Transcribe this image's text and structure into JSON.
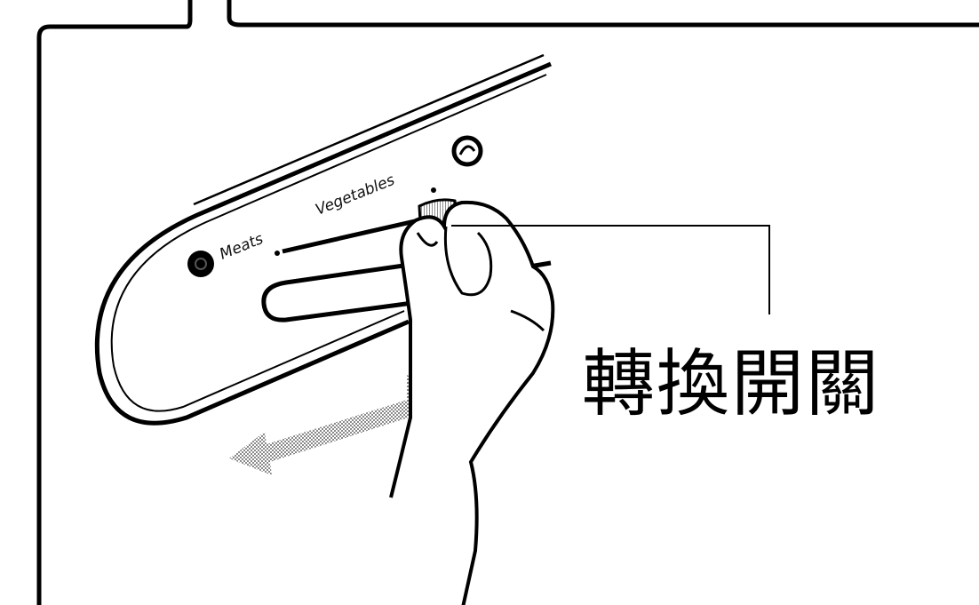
{
  "illustration": {
    "labels": {
      "meats": "Meats",
      "vegetables": "Vegetables"
    },
    "callout": {
      "text": "轉換開關"
    },
    "colors": {
      "ink": "#000000",
      "background": "#ffffff",
      "arrow_halftone": "#9a9a9a"
    }
  }
}
